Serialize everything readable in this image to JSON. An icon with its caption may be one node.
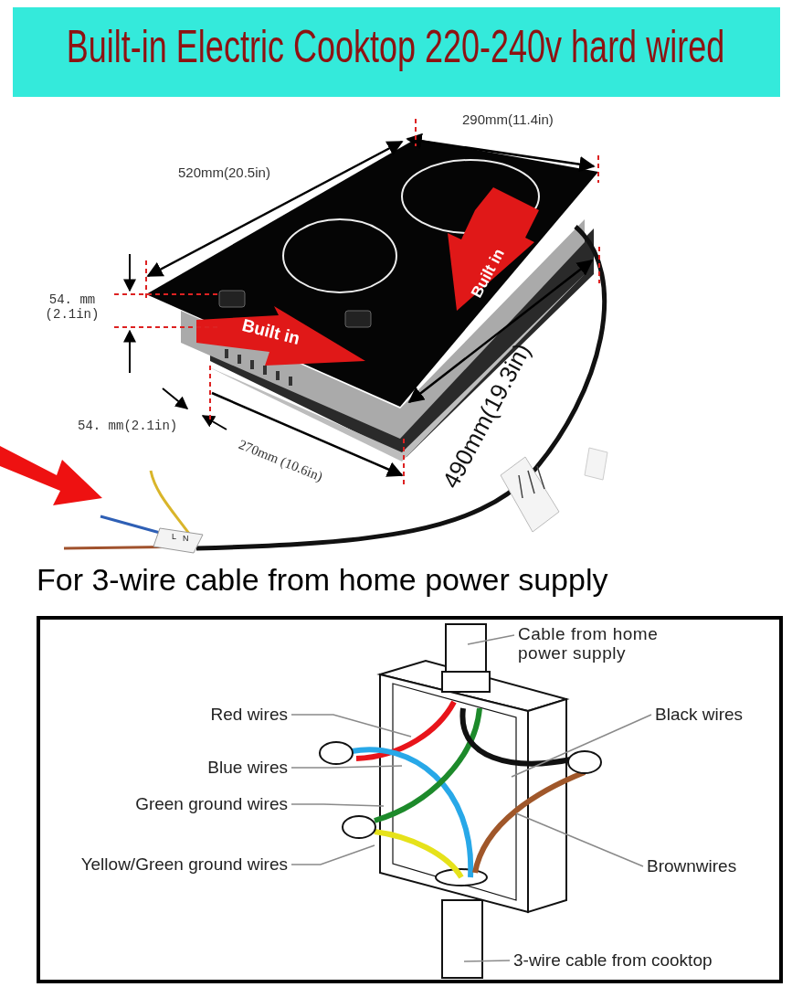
{
  "diagram": {
    "title": "Built-in Electric Cooktop 220-240v hard wired",
    "nodes": [
      {
        "text": [
          "Cable from home power supply"
        ]
      },
      {
        "text": [
          "Red wires"
        ]
      },
      {
        "text": [
          "Blue wires"
        ]
      },
      {
        "text": [
          "Green ground wires"
        ]
      },
      {
        "text": [
          "Yellow/Green ground wires"
        ]
      },
      {
        "text": [
          "Black wires"
        ]
      },
      {
        "text": [
          "Brownwires"
        ]
      },
      {
        "text": [
          "3-wire cable from cooktop"
        ]
      }
    ],
    "edges": [
      {
        "from": 0,
        "to": null,
        "arrow": "none"
      },
      {
        "from": 1,
        "to": null,
        "arrow": "none"
      },
      {
        "from": 2,
        "to": null,
        "arrow": "none"
      },
      {
        "from": 3,
        "to": null,
        "arrow": "none"
      },
      {
        "from": 4,
        "to": null,
        "arrow": "none"
      },
      {
        "from": 5,
        "to": null,
        "arrow": "none"
      },
      {
        "from": 6,
        "to": null,
        "arrow": "none"
      },
      {
        "from": 7,
        "to": null,
        "arrow": "none"
      }
    ],
    "labels": [
      "290mm(11.4in)",
      "520mm(20.5in)",
      "54. mm (2.1in)",
      "Built in",
      "Built in",
      "54. mm(2.1in)",
      "270mm (10.6in)",
      "490mm(19.3in)",
      "L",
      "N",
      "For 3-wire cable from home power supply"
    ]
  }
}
